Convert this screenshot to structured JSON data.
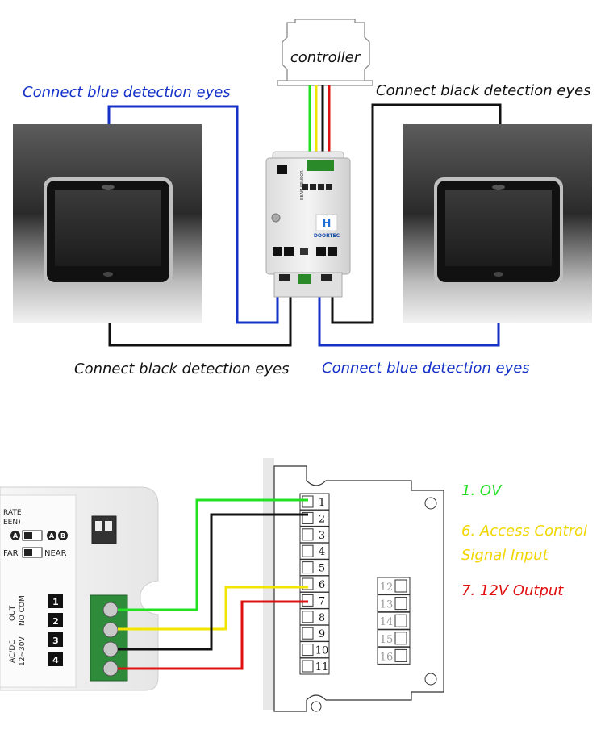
{
  "top": {
    "controller_label": "controller",
    "label_top_left": "Connect blue detection eyes",
    "label_top_right": "Connect black detection eyes",
    "label_bottom_left": "Connect black detection eyes",
    "label_bottom_right": "Connect blue detection eyes",
    "module_brand": "DOORTEC",
    "module_title": "BEAM SENSOR"
  },
  "bottom": {
    "sensor_rate_text": "RATE",
    "sensor_rate_sub": "EEN)",
    "dip_a": "A",
    "dip_b": "B",
    "far_label": "FAR",
    "near_label": "NEAR",
    "out_label": "OUT",
    "nocom_label": "NO COM",
    "acdc_label": "AC/DC",
    "volt_label": "12~30V",
    "sensor_terminals": [
      "1",
      "2",
      "3",
      "4"
    ],
    "terminals_main": [
      "1",
      "2",
      "3",
      "4",
      "5",
      "6",
      "7",
      "8",
      "9",
      "10",
      "11"
    ],
    "terminals_side": [
      "12",
      "13",
      "14",
      "15",
      "16"
    ],
    "legend": [
      {
        "text": "1. OV",
        "color": "#22e022"
      },
      {
        "text": "6. Access Control",
        "color": "#f2d600"
      },
      {
        "text": "Signal Input",
        "color": "#f2d600"
      },
      {
        "text": "7. 12V Output",
        "color": "#e01010"
      }
    ]
  },
  "colors": {
    "blue_wire": "#1432c8",
    "black_wire": "#111111",
    "green_wire": "#22e022",
    "yellow_wire": "#f2e600",
    "red_wire": "#e01010"
  }
}
